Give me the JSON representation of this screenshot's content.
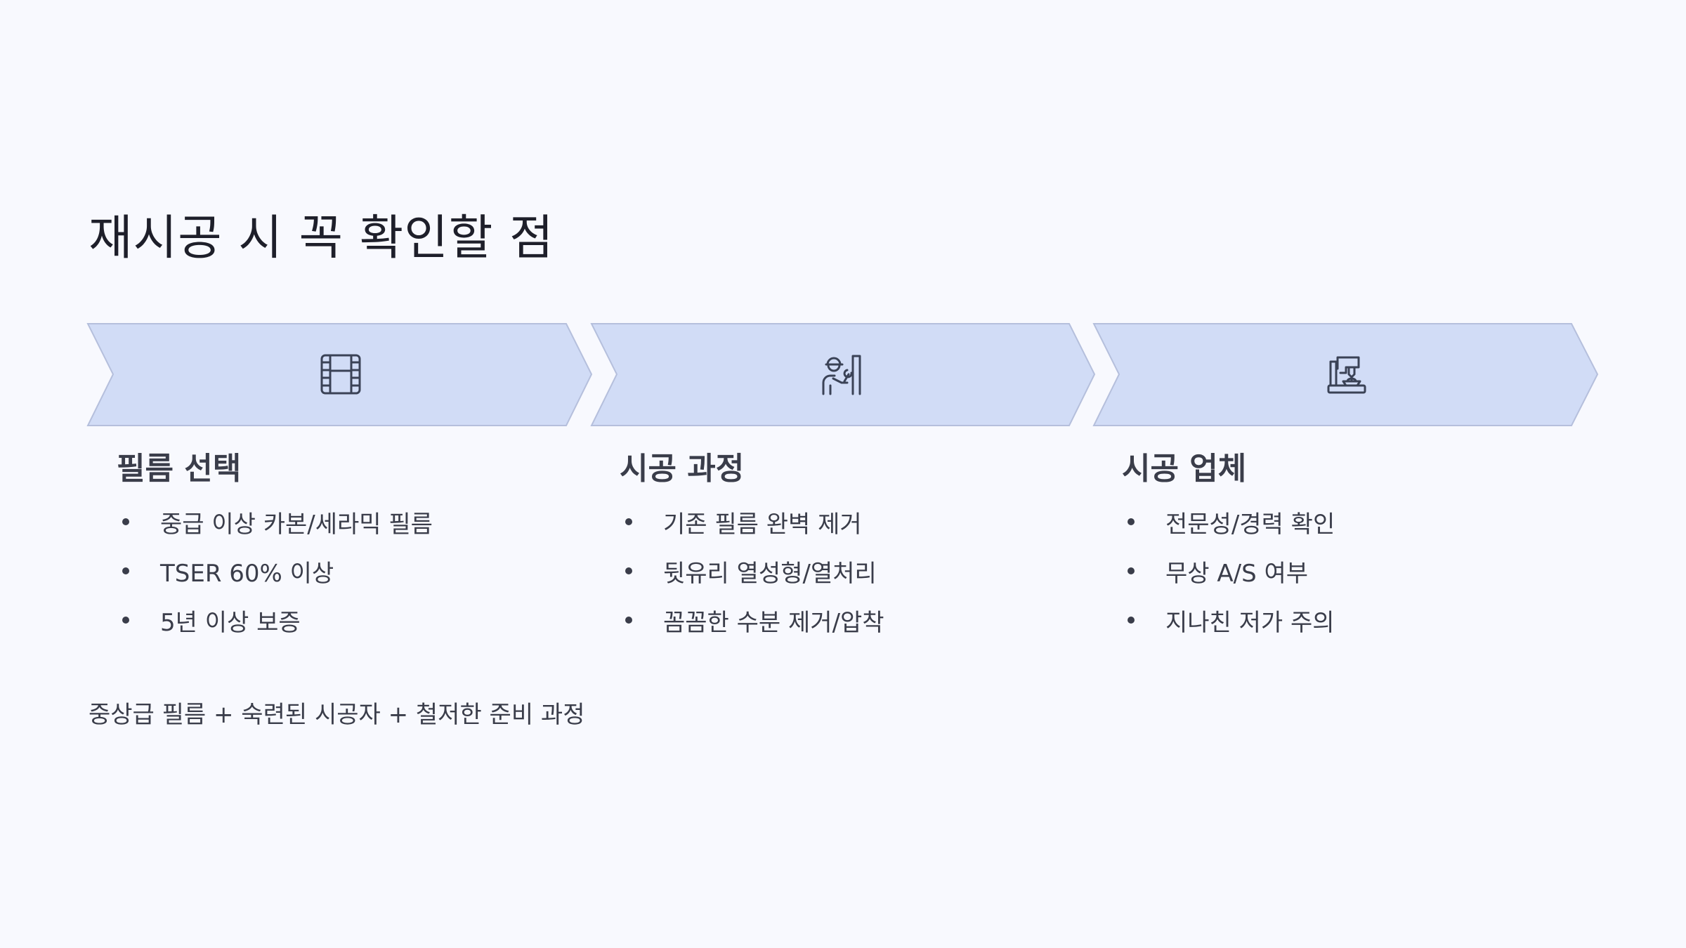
{
  "slide": {
    "title": "재시공 시 꼭 확인할 점",
    "colors": {
      "background": "#F8F9FE",
      "chevron_fill": "#D1DCF6",
      "chevron_stroke": "#B5BFDC",
      "icon_stroke": "#3A4256",
      "title_text": "#1E1F2A",
      "body_text": "#3A3D4A"
    },
    "steps": [
      {
        "icon": "film-strip-icon",
        "heading": "필름 선택",
        "bullets": [
          "중급 이상 카본/세라믹 필름",
          "TSER 60% 이상",
          "5년 이상 보증"
        ]
      },
      {
        "icon": "worker-with-wrench-icon",
        "heading": "시공 과정",
        "bullets": [
          "기존 필름 완벽 제거",
          "뒷유리 열성형/열처리",
          "꼼꼼한 수분 제거/압착"
        ]
      },
      {
        "icon": "machine-equipment-icon",
        "heading": "시공 업체",
        "bullets": [
          "전문성/경력 확인",
          "무상 A/S 여부",
          "지나친 저가 주의"
        ]
      }
    ],
    "summary": "중상급 필름 + 숙련된 시공자 + 철저한 준비 과정"
  }
}
